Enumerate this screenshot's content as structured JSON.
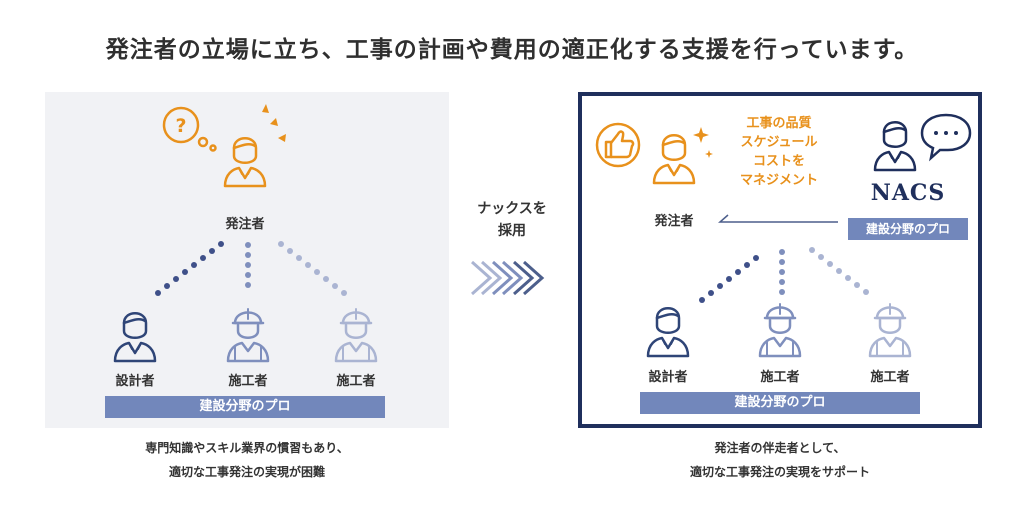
{
  "title": "発注者の立場に立ち、工事の計画や費用の適正化する支援を行っています。",
  "left": {
    "client_label": "発注者",
    "roles": [
      "設計者",
      "施工者",
      "施工者"
    ],
    "band_label": "建設分野のプロ",
    "caption_lines": [
      "専門知識やスキル業界の慣習もあり、",
      "適切な工事発注の実現が困難"
    ]
  },
  "middle": {
    "adopt_lines": [
      "ナックスを",
      "採用"
    ]
  },
  "right": {
    "client_label": "発注者",
    "management_lines": [
      "工事の品質",
      "スケジュール",
      "コストを",
      "マネジメント"
    ],
    "nacs_logo": "NACS",
    "nacs_badge": "建設分野のプロ",
    "roles": [
      "設計者",
      "施工者",
      "施工者"
    ],
    "band_label": "建設分野のプロ",
    "caption_lines": [
      "発注者の伴走者として、",
      "適切な工事発注の実現をサポート"
    ]
  },
  "colors": {
    "orange": "#e8911c",
    "navy": "#1f2f5c",
    "blue_line": "#4d5f8c",
    "band": "#7287bb",
    "panel_bg": "#f1f2f5",
    "dot_dark": "#3f5089",
    "dot_light": "#aab4d2"
  }
}
